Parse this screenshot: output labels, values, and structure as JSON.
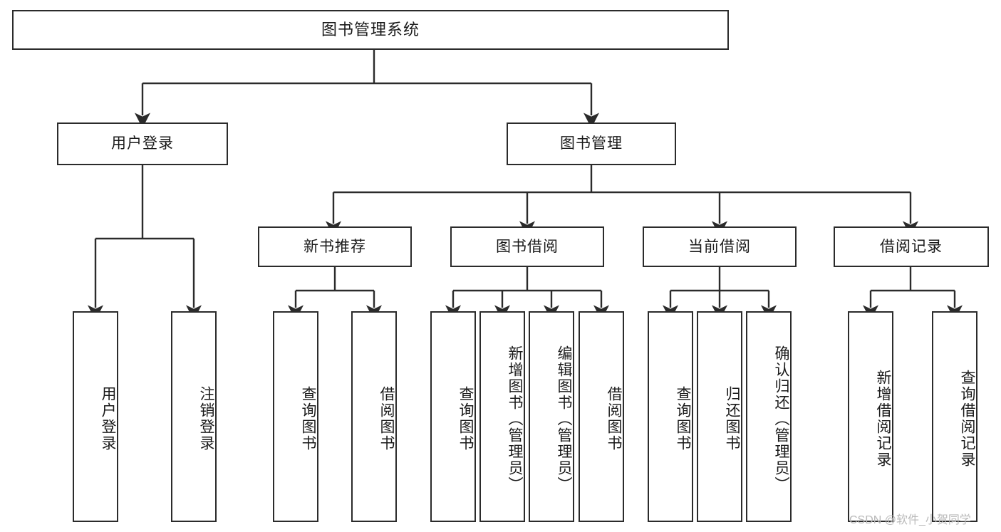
{
  "diagram": {
    "title": "图书管理系统",
    "type": "functional-structure-tree",
    "orientation": "top-down",
    "box_fill": "#ffffff",
    "box_stroke": "#2b2b2b",
    "text_color": "#1a1a1a"
  },
  "watermark": {
    "text": "CSDN @软件_小贺同学",
    "color": "#b9b9b9"
  },
  "nodes": {
    "root": {
      "label": "图书管理系统"
    },
    "level2": [
      {
        "label": "用户登录"
      },
      {
        "label": "图书管理"
      }
    ],
    "level3": [
      {
        "label": "新书推荐"
      },
      {
        "label": "图书借阅"
      },
      {
        "label": "当前借阅"
      },
      {
        "label": "借阅记录"
      }
    ],
    "leaves": {
      "user_login": [
        {
          "label": "用户登录"
        },
        {
          "label": "注销登录"
        }
      ],
      "new_book_recommend": [
        {
          "label": "查询图书"
        },
        {
          "label": "借阅图书"
        }
      ],
      "book_borrow": [
        {
          "label": "查询图书"
        },
        {
          "label": "新增图书（管理员）"
        },
        {
          "label": "编辑图书（管理员）"
        },
        {
          "label": "借阅图书"
        }
      ],
      "current_borrow": [
        {
          "label": "查询图书"
        },
        {
          "label": "归还图书"
        },
        {
          "label": "确认归还（管理员）"
        }
      ],
      "borrow_record": [
        {
          "label": "新增借阅记录"
        },
        {
          "label": "查询借阅记录"
        }
      ]
    }
  }
}
